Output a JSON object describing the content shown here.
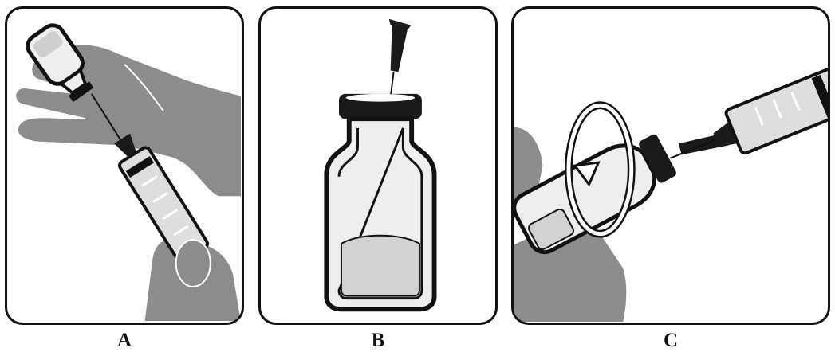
{
  "panels": [
    {
      "id": "A",
      "label": "A",
      "depicts": [
        "hand-shape",
        "vial",
        "syringe"
      ]
    },
    {
      "id": "B",
      "label": "B",
      "depicts": [
        "vial",
        "needle",
        "powder"
      ]
    },
    {
      "id": "C",
      "label": "C",
      "depicts": [
        "hand-shape",
        "vial",
        "syringe",
        "swirl-arrow",
        "powder"
      ]
    }
  ],
  "colors": {
    "outline": "#111111",
    "hand": "#8c8c8c",
    "hand_dark": "#6f6f6f",
    "glass": "#eeeeee",
    "powder": "#d2d2d2",
    "needle_hub": "#1a1a1a",
    "background": "#ffffff"
  }
}
